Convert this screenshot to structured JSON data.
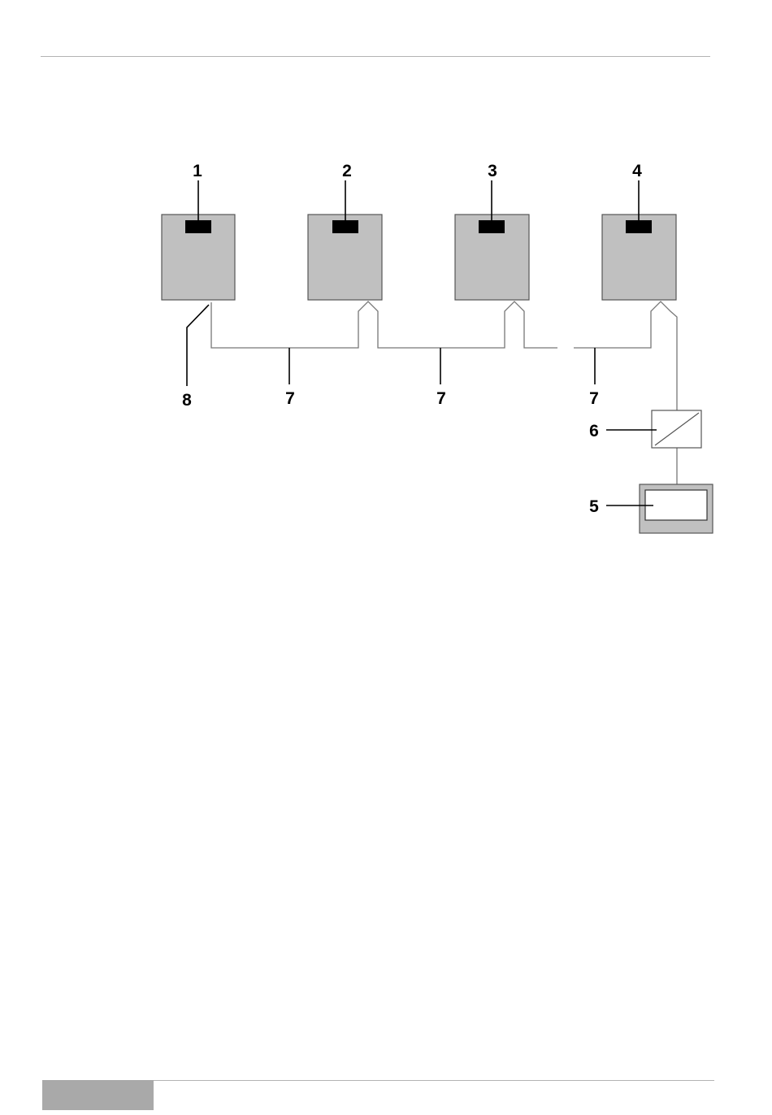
{
  "diagram": {
    "labels": {
      "unit_1": "1",
      "unit_2": "2",
      "unit_3": "3",
      "unit_4": "4",
      "terminal": "5",
      "converter": "6",
      "cable_a": "7",
      "cable_b": "7",
      "cable_c": "7",
      "cable_end": "8"
    },
    "colors": {
      "unit_fill": "#c0c0c0",
      "unit_stroke": "#555555",
      "display_fill": "#000000",
      "cable": "#777777",
      "leader": "#000000",
      "terminal_fill": "#c0c0c0",
      "terminal_screen": "#ffffff"
    }
  }
}
